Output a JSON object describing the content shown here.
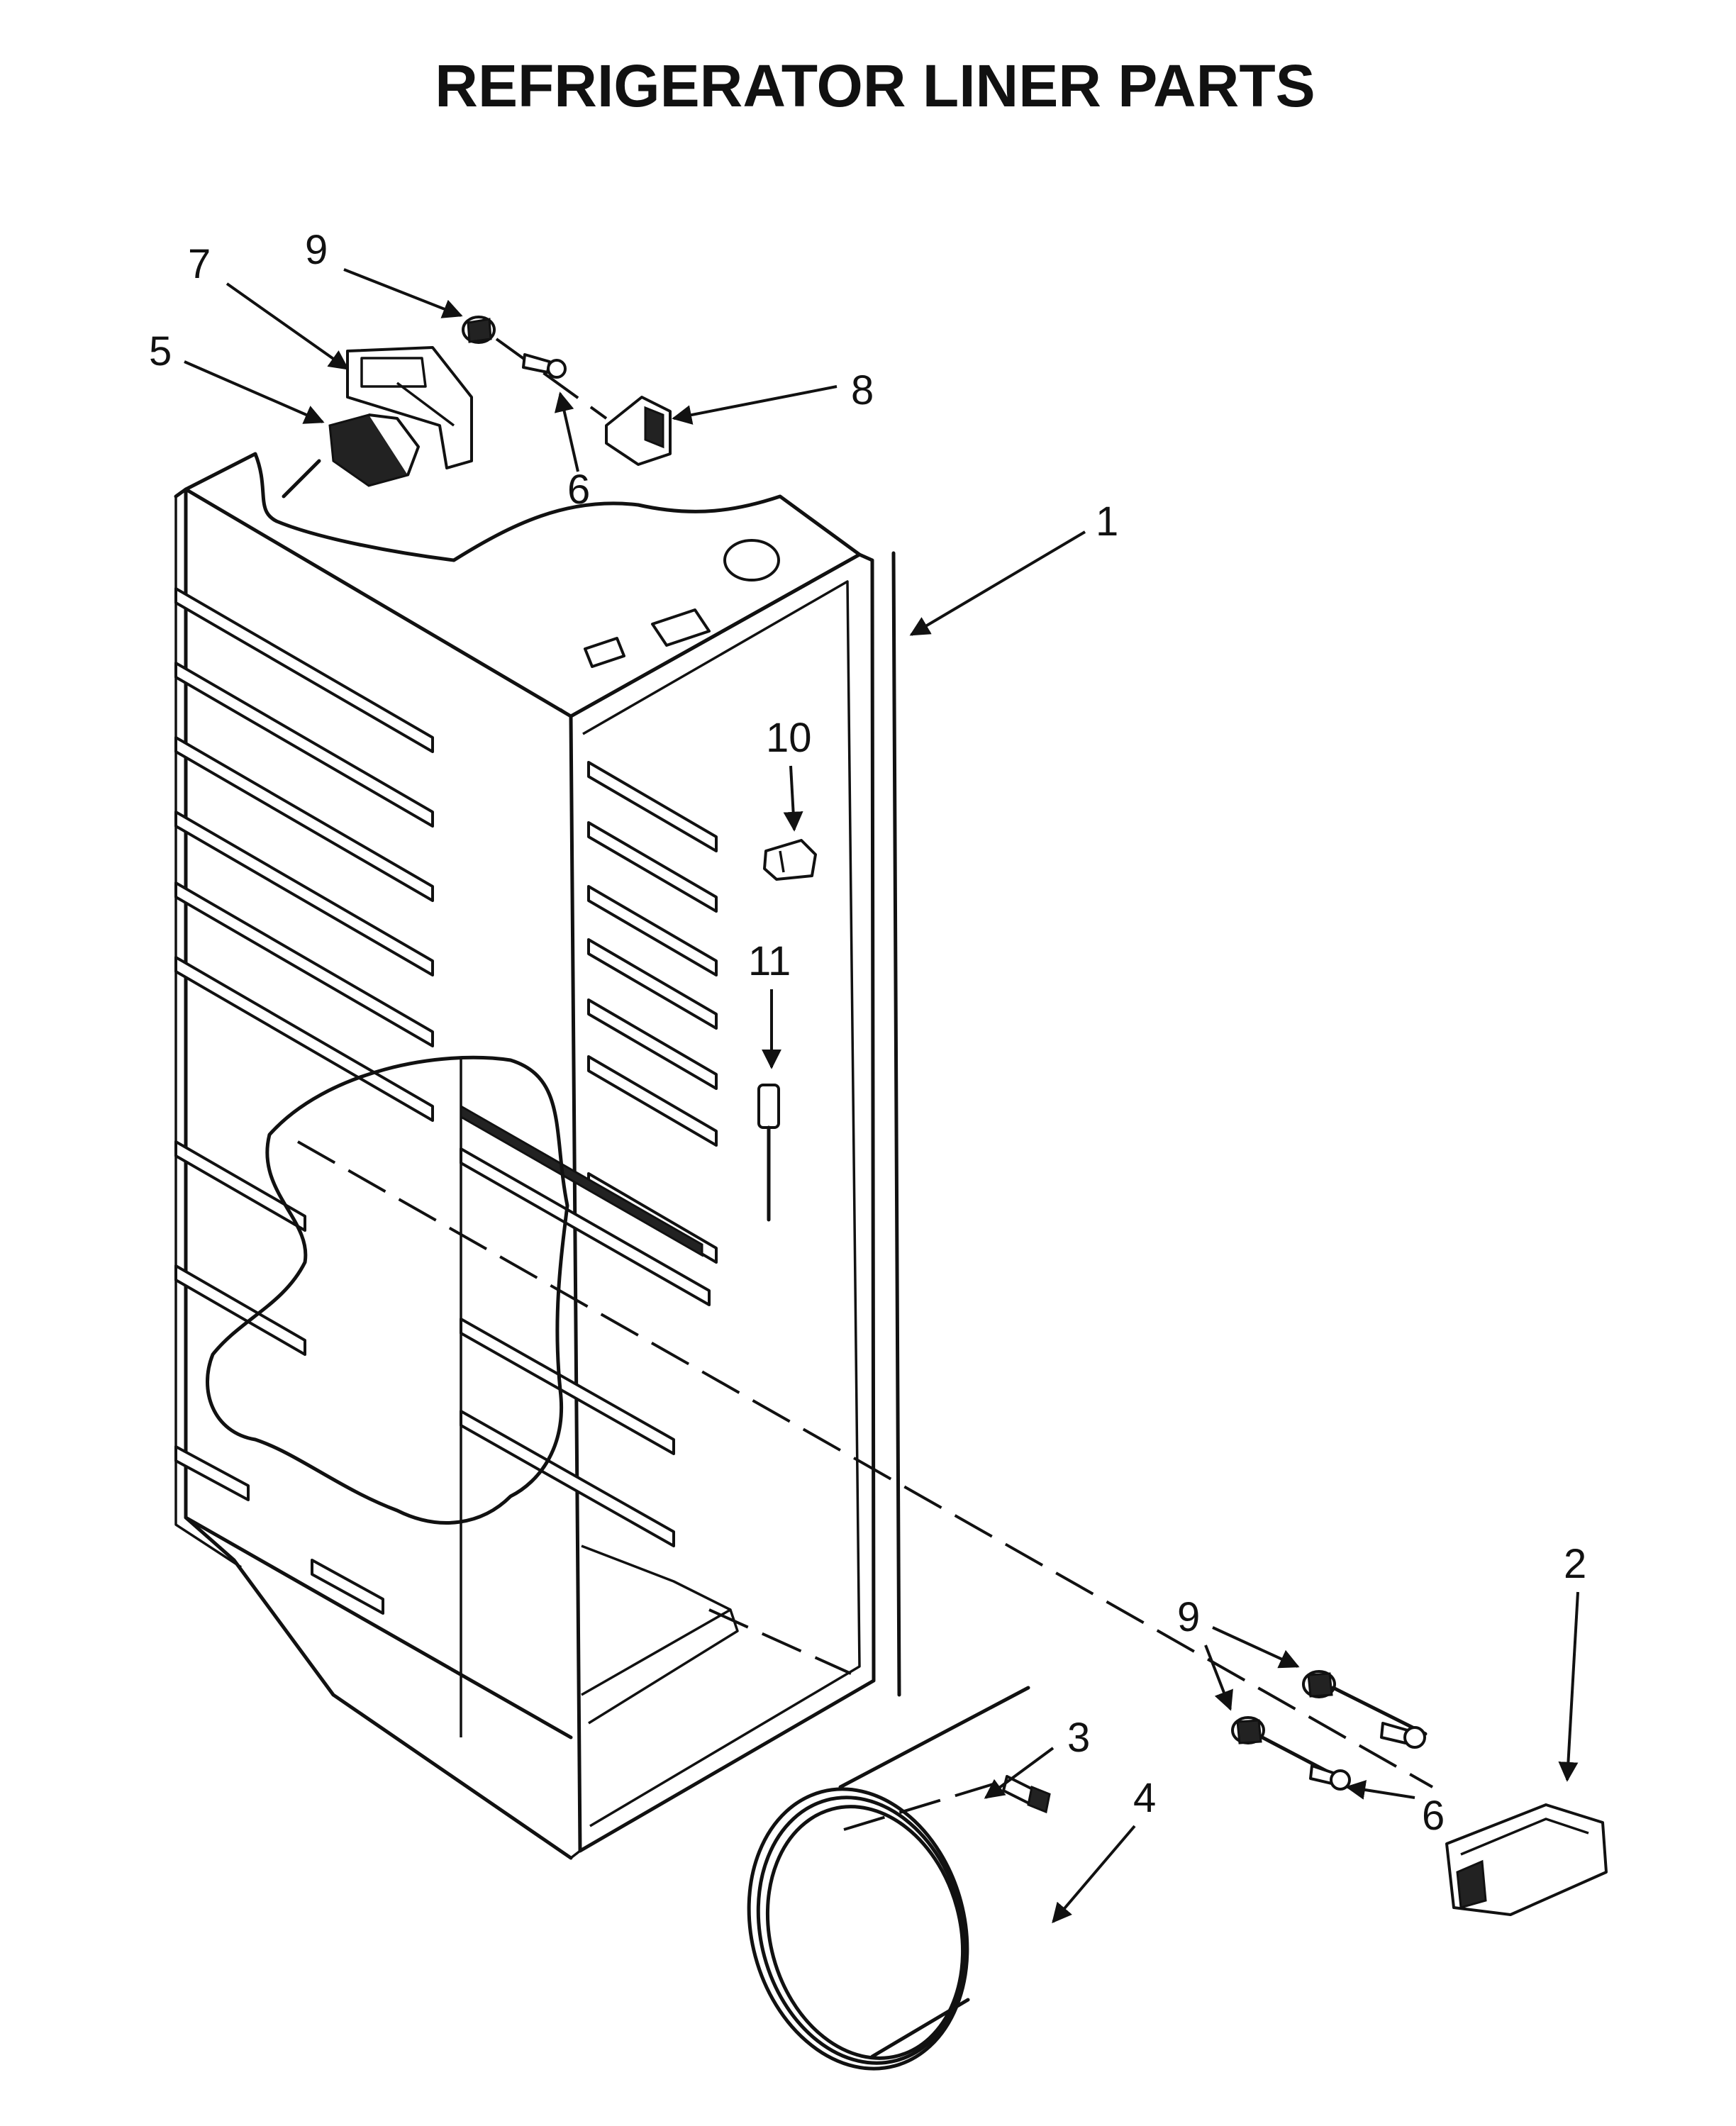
{
  "title": "REFRIGERATOR LINER PARTS",
  "callouts": [
    {
      "id": "1",
      "label": "1"
    },
    {
      "id": "2",
      "label": "2"
    },
    {
      "id": "3",
      "label": "3"
    },
    {
      "id": "4",
      "label": "4"
    },
    {
      "id": "5",
      "label": "5"
    },
    {
      "id": "6a",
      "label": "6"
    },
    {
      "id": "6b",
      "label": "6"
    },
    {
      "id": "7",
      "label": "7"
    },
    {
      "id": "8",
      "label": "8"
    },
    {
      "id": "9a",
      "label": "9"
    },
    {
      "id": "9b",
      "label": "9"
    },
    {
      "id": "10",
      "label": "10"
    },
    {
      "id": "11",
      "label": "11"
    }
  ]
}
